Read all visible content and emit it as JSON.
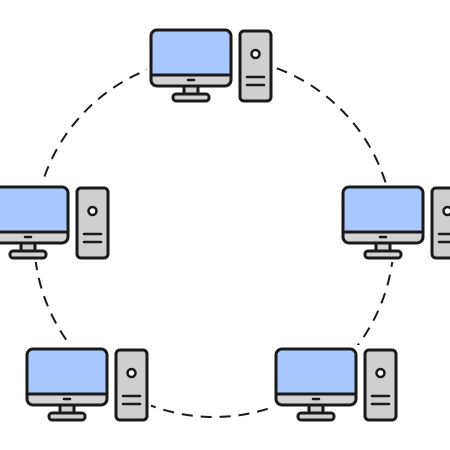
{
  "colors": {
    "background": "#ffffff",
    "outline": "#1a1a1a",
    "screen": "#a9c8ff",
    "monitor_frame": "#d3d3d3",
    "tower": "#cfcfcf",
    "ring_line": "#1a1a1a"
  },
  "diagram": {
    "topology": "ring",
    "connection_style": "dashed",
    "nodes": [
      {
        "id": "computer-top",
        "icon": "desktop-computer-icon"
      },
      {
        "id": "computer-left",
        "icon": "desktop-computer-icon"
      },
      {
        "id": "computer-right",
        "icon": "desktop-computer-icon"
      },
      {
        "id": "computer-bottom-left",
        "icon": "desktop-computer-icon"
      },
      {
        "id": "computer-bottom-right",
        "icon": "desktop-computer-icon"
      }
    ]
  }
}
